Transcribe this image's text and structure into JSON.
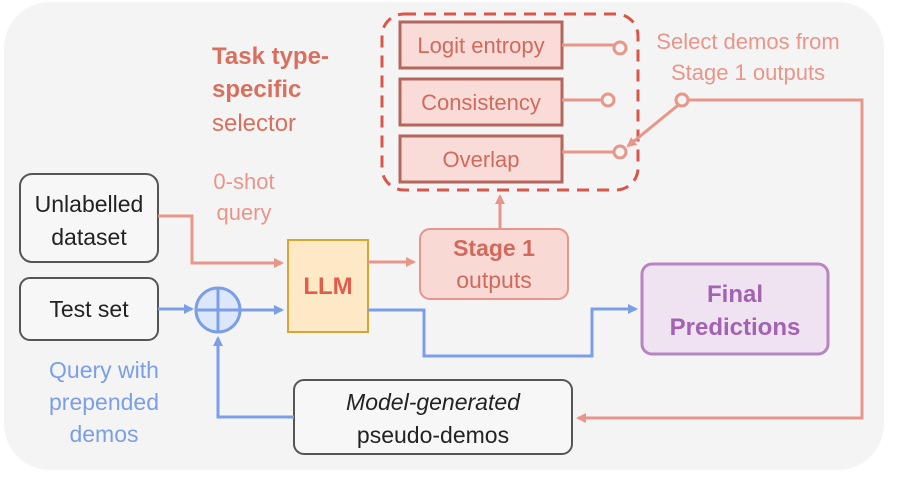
{
  "colors": {
    "panel_bg": "#f4f4f4",
    "salmon_stroke": "#e8968a",
    "salmon_text": "#e58a7f",
    "salmon_fill": "#f8d9d4",
    "dark_salmon_stroke": "#b5665c",
    "dark_salmon_fill": "#f9dcd7",
    "dark_salmon_text": "#d16a5c",
    "selector_dash": "#d9574a",
    "blue": "#7b9fe6",
    "blue_text": "#7b9fe6",
    "llm_fill": "#fde9c5",
    "llm_stroke": "#d7a531",
    "llm_text": "#e35d4f",
    "final_fill": "#efe2f1",
    "final_stroke": "#b785c2",
    "final_text": "#a263b0",
    "gray_box_stroke": "#555555",
    "gray_box_fill": "#f7f7f7",
    "black_text": "#222222"
  },
  "selector": {
    "title_lines": [
      "Task type-",
      "specific"
    ],
    "subtitle": "selector",
    "options": [
      "Logit entropy",
      "Consistency",
      "Overlap"
    ]
  },
  "select_note_lines": [
    "Select demos from",
    "Stage 1 outputs"
  ],
  "unlabelled_box_lines": [
    "Unlabelled",
    "dataset"
  ],
  "zero_shot_lines": [
    "0-shot",
    "query"
  ],
  "test_set_label": "Test set",
  "llm_label": "LLM",
  "stage1": {
    "title": "Stage 1",
    "subtitle": "outputs"
  },
  "final_lines": [
    "Final",
    "Predictions"
  ],
  "query_prepended_lines": [
    "Query with",
    "prepended",
    "demos"
  ],
  "pseudo_demos": {
    "italic": "Model-generated",
    "normal": "pseudo-demos"
  }
}
